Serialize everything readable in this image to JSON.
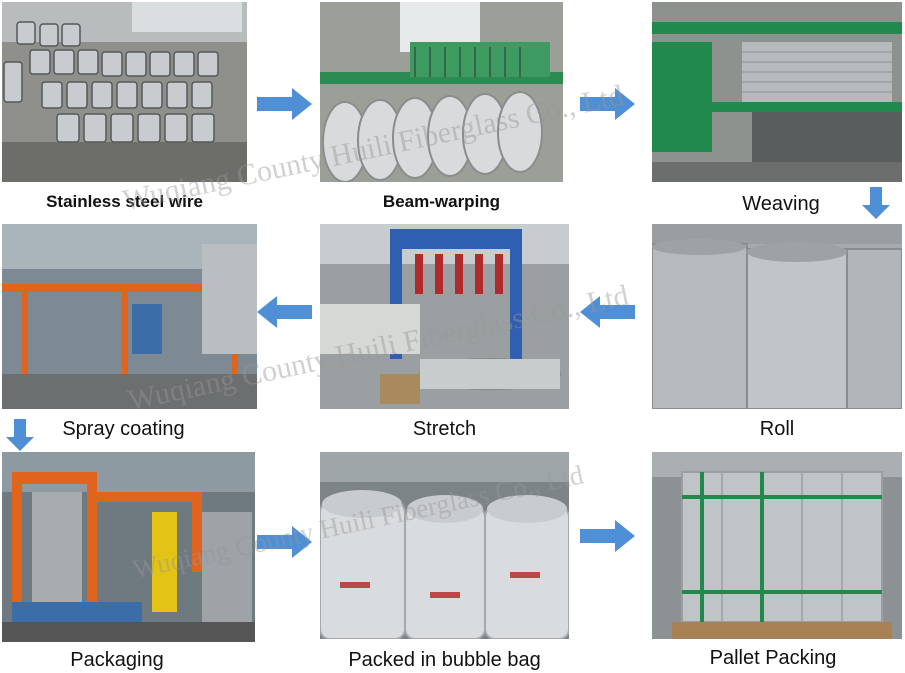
{
  "steps": [
    {
      "id": "wire",
      "label": "Stainless steel wire"
    },
    {
      "id": "warping",
      "label": "Beam-warping"
    },
    {
      "id": "weaving",
      "label": "Weaving"
    },
    {
      "id": "roll",
      "label": "Roll"
    },
    {
      "id": "stretch",
      "label": "Stretch"
    },
    {
      "id": "spray",
      "label": "Spray coating"
    },
    {
      "id": "packaging",
      "label": "Packaging"
    },
    {
      "id": "bubble",
      "label": "Packed in bubble bag"
    },
    {
      "id": "pallet",
      "label": "Pallet Packing"
    }
  ],
  "watermark": "Wuqiang County Huili Fiberglass Co., Ltd",
  "colors": {
    "arrow": "#4f8fd6",
    "frame_green": "#1f8a4c",
    "frame_orange": "#e0641e",
    "frame_blue": "#2f5fb0"
  }
}
